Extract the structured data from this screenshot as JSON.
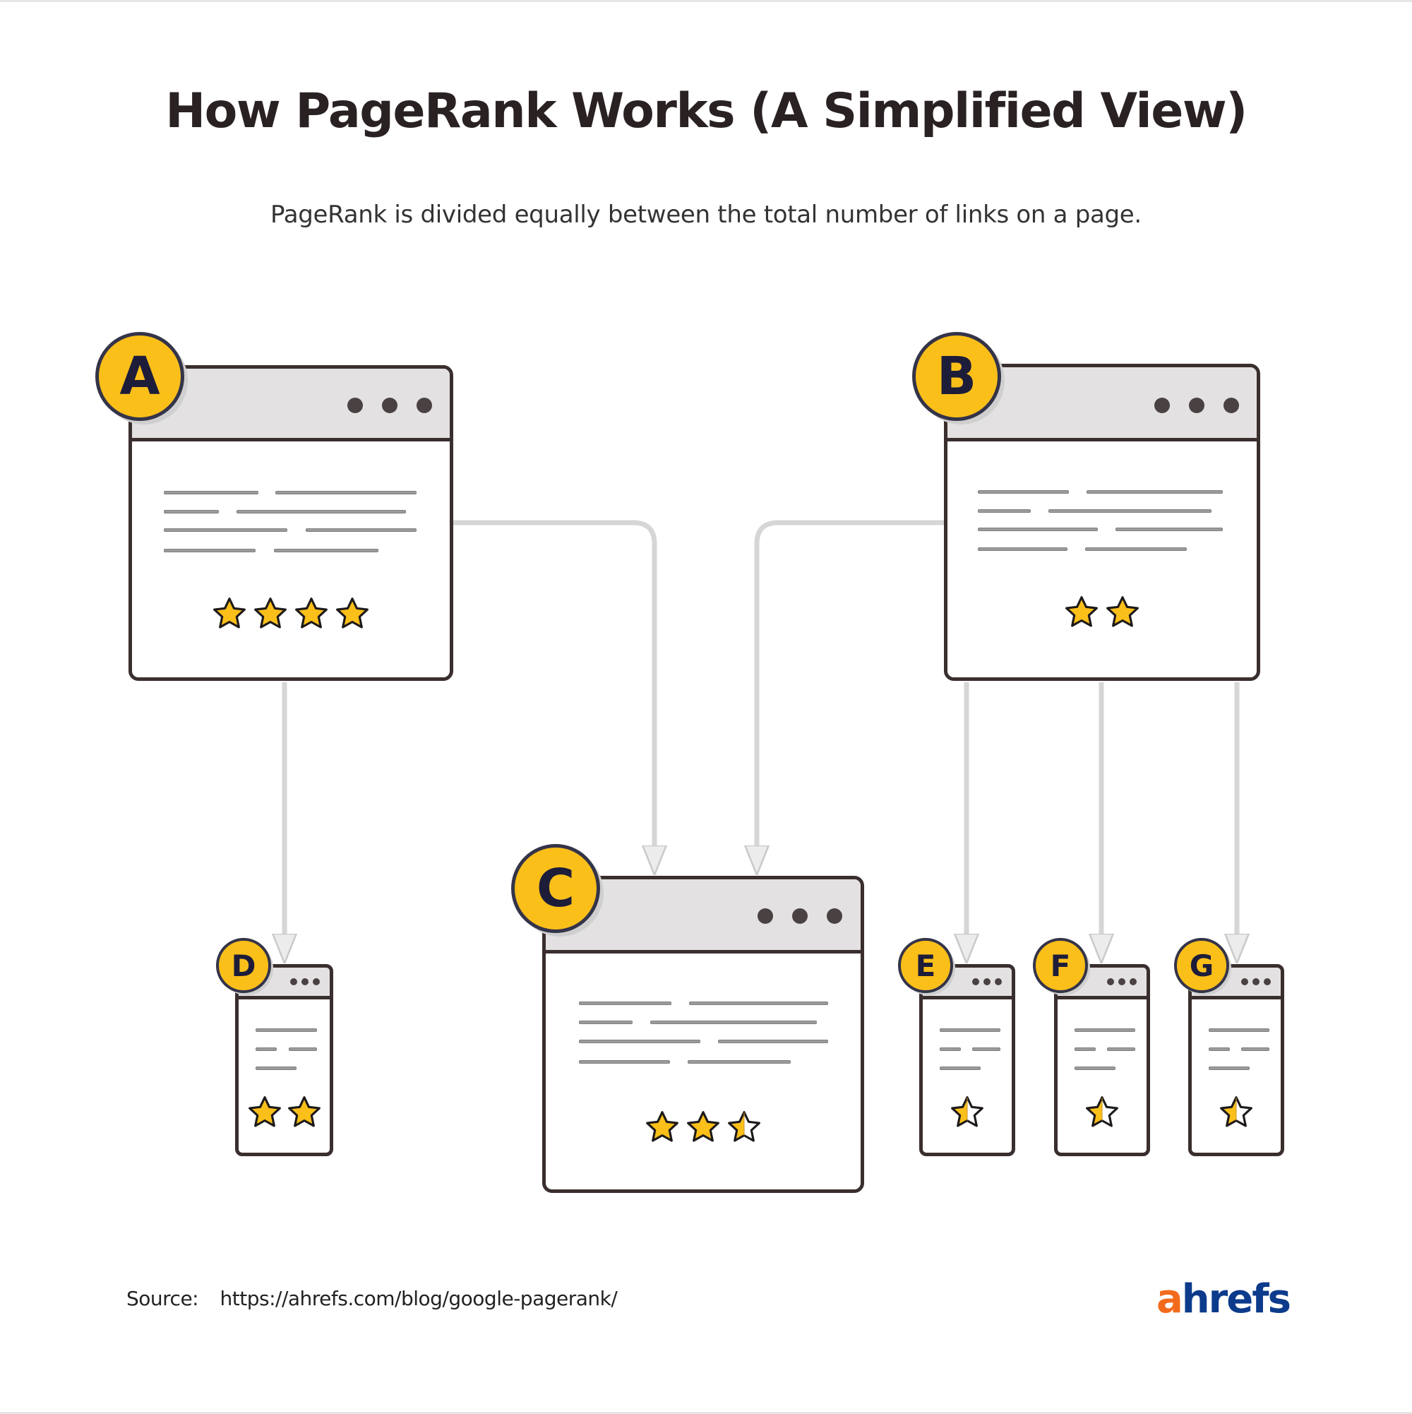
{
  "title": "How PageRank Works (A Simplified View)",
  "subtitle": "PageRank is divided equally between the total number of links on a page.",
  "colors": {
    "badge_fill": "#fbbf1a",
    "star_fill": "#fbbf1a",
    "border": "#3a2e2e",
    "connector": "#d6d6d6",
    "logo_a": "#f26b1d",
    "logo_rest": "#0d3b8c"
  },
  "pages": [
    {
      "id": "A",
      "label": "A",
      "size": "large",
      "stars": 4,
      "links_to": [
        "C",
        "D"
      ]
    },
    {
      "id": "B",
      "label": "B",
      "size": "large",
      "stars": 2,
      "links_to": [
        "C",
        "E",
        "F",
        "G"
      ]
    },
    {
      "id": "C",
      "label": "C",
      "size": "large",
      "stars": 2.5,
      "links_to": []
    },
    {
      "id": "D",
      "label": "D",
      "size": "small",
      "stars": 2,
      "links_to": []
    },
    {
      "id": "E",
      "label": "E",
      "size": "small",
      "stars": 0.5,
      "links_to": []
    },
    {
      "id": "F",
      "label": "F",
      "size": "small",
      "stars": 0.5,
      "links_to": []
    },
    {
      "id": "G",
      "label": "G",
      "size": "small",
      "stars": 0.5,
      "links_to": []
    }
  ],
  "footer": {
    "source_label": "Source:",
    "source_url": "https://ahrefs.com/blog/google-pagerank/",
    "logo_a": "a",
    "logo_rest": "hrefs"
  }
}
